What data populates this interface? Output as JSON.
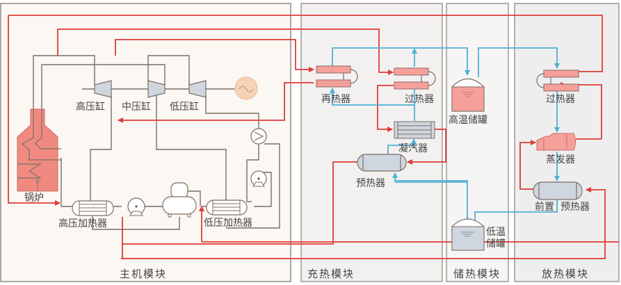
{
  "modules": {
    "main": "主机模块",
    "charge": "充热模块",
    "storage": "储热模块",
    "discharge": "放热模块"
  },
  "main_components": {
    "hp_cylinder": "高压缸",
    "ip_cylinder": "中压缸",
    "lp_cylinder": "低压缸",
    "boiler": "锅炉",
    "hp_heater": "高压加热器",
    "lp_heater": "低压加热器"
  },
  "charge_components": {
    "reheater": "再热器",
    "superheater": "过热器",
    "condenser": "凝汽器",
    "preheater": "预热器"
  },
  "storage_components": {
    "hot_tank": "高温储罐",
    "cold_tank_line1": "低温",
    "cold_tank_line2": "储罐"
  },
  "discharge_components": {
    "superheater": "过热器",
    "evaporator": "蒸发器",
    "front_preheater_a": "前置",
    "front_preheater_b": "预热器"
  },
  "colors": {
    "steam_line": "#e03a36",
    "salt_line": "#4fb0d6",
    "equipment_line": "#7a6e66",
    "hot_fill": "#f08a80",
    "cold_fill": "#cfd6df",
    "main_bg": "#fbf7f2",
    "module_bg": "#f3f1f0"
  }
}
